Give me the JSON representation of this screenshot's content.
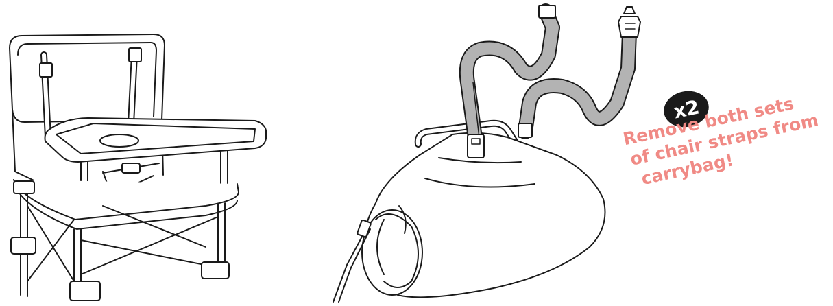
{
  "badge": {
    "text": "x2"
  },
  "caption": {
    "line1": "Remove both sets",
    "line2": "of chair straps from",
    "line3": "carrybag!"
  },
  "colors": {
    "strap_fill": "#b3b3b3",
    "caption": "#f08a85",
    "badge_bg": "#1a1a1a",
    "line": "#1a1a1a"
  },
  "illustrations": [
    "booster-chair-illustration",
    "carrybag-illustration",
    "chair-straps-illustration"
  ]
}
